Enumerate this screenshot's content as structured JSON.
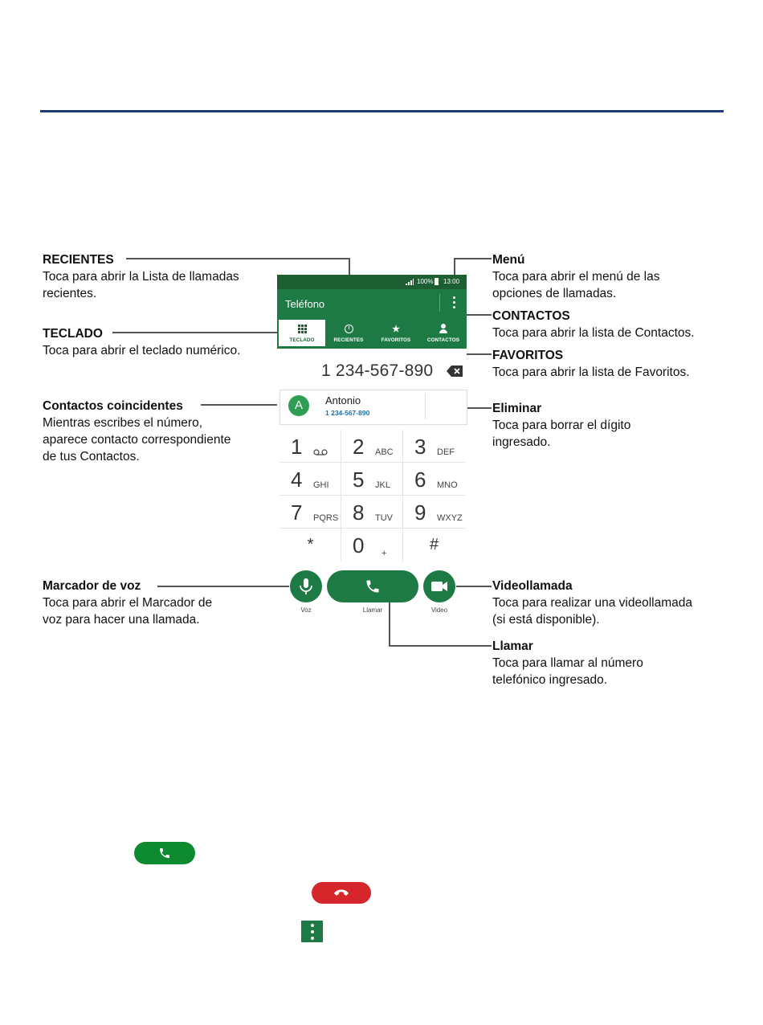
{
  "phone": {
    "status": {
      "battery_pct": "100%",
      "time": "13:00"
    },
    "app_title": "Teléfono",
    "tabs": [
      {
        "label": "TECLADO",
        "icon": "grid-icon"
      },
      {
        "label": "RECIENTES",
        "icon": "clock-icon"
      },
      {
        "label": "FAVORITOS",
        "icon": "star-icon"
      },
      {
        "label": "CONTACTOS",
        "icon": "person-icon"
      }
    ],
    "dialed_number": "1 234-567-890",
    "match": {
      "initial": "A",
      "name": "Antonio",
      "number": "1 234-567-890"
    },
    "keys": [
      {
        "digit": "1",
        "letters": ""
      },
      {
        "digit": "2",
        "letters": "ABC"
      },
      {
        "digit": "3",
        "letters": "DEF"
      },
      {
        "digit": "4",
        "letters": "GHI"
      },
      {
        "digit": "5",
        "letters": "JKL"
      },
      {
        "digit": "6",
        "letters": "MNO"
      },
      {
        "digit": "7",
        "letters": "PQRS"
      },
      {
        "digit": "8",
        "letters": "TUV"
      },
      {
        "digit": "9",
        "letters": "WXYZ"
      },
      {
        "digit": "*",
        "letters": ""
      },
      {
        "digit": "0",
        "letters": "+"
      },
      {
        "digit": "#",
        "letters": ""
      }
    ],
    "actions": {
      "voice": "Voz",
      "call": "Llamar",
      "video": "Video"
    },
    "colors": {
      "status_bar": "#1d5f33",
      "app_bar": "#1e7a45",
      "accent_green": "#2f9e55",
      "end_red": "#d7262b"
    }
  },
  "annotations": {
    "recientes": {
      "title": "RECIENTES",
      "desc1": "Toca para abrir la Lista de llamadas",
      "desc2": "recientes."
    },
    "teclado": {
      "title": "TECLADO",
      "desc1": "Toca para abrir el teclado numérico."
    },
    "coincidentes": {
      "title": "Contactos coincidentes",
      "desc1": "Mientras escribes el número,",
      "desc2": "aparece contacto correspondiente",
      "desc3": "de tus Contactos."
    },
    "marcador": {
      "title": "Marcador de voz",
      "desc1": "Toca para abrir el Marcador de",
      "desc2": "voz para hacer una llamada."
    },
    "menu": {
      "title": "Menú",
      "desc1": "Toca para abrir el menú de las",
      "desc2": "opciones de llamadas."
    },
    "contactos": {
      "title": "CONTACTOS",
      "desc1": "Toca para abrir la lista de Contactos."
    },
    "favoritos": {
      "title": "FAVORITOS",
      "desc1": "Toca para abrir la lista de Favoritos."
    },
    "eliminar": {
      "title": "Eliminar",
      "desc1": "Toca para borrar el dígito",
      "desc2": "ingresado."
    },
    "videollamada": {
      "title": "Videollamada",
      "desc1": "Toca para realizar una videollamada",
      "desc2": "(si está disponible)."
    },
    "llamar": {
      "title": "Llamar",
      "desc1": "Toca para llamar al número",
      "desc2": "telefónico ingresado."
    }
  }
}
